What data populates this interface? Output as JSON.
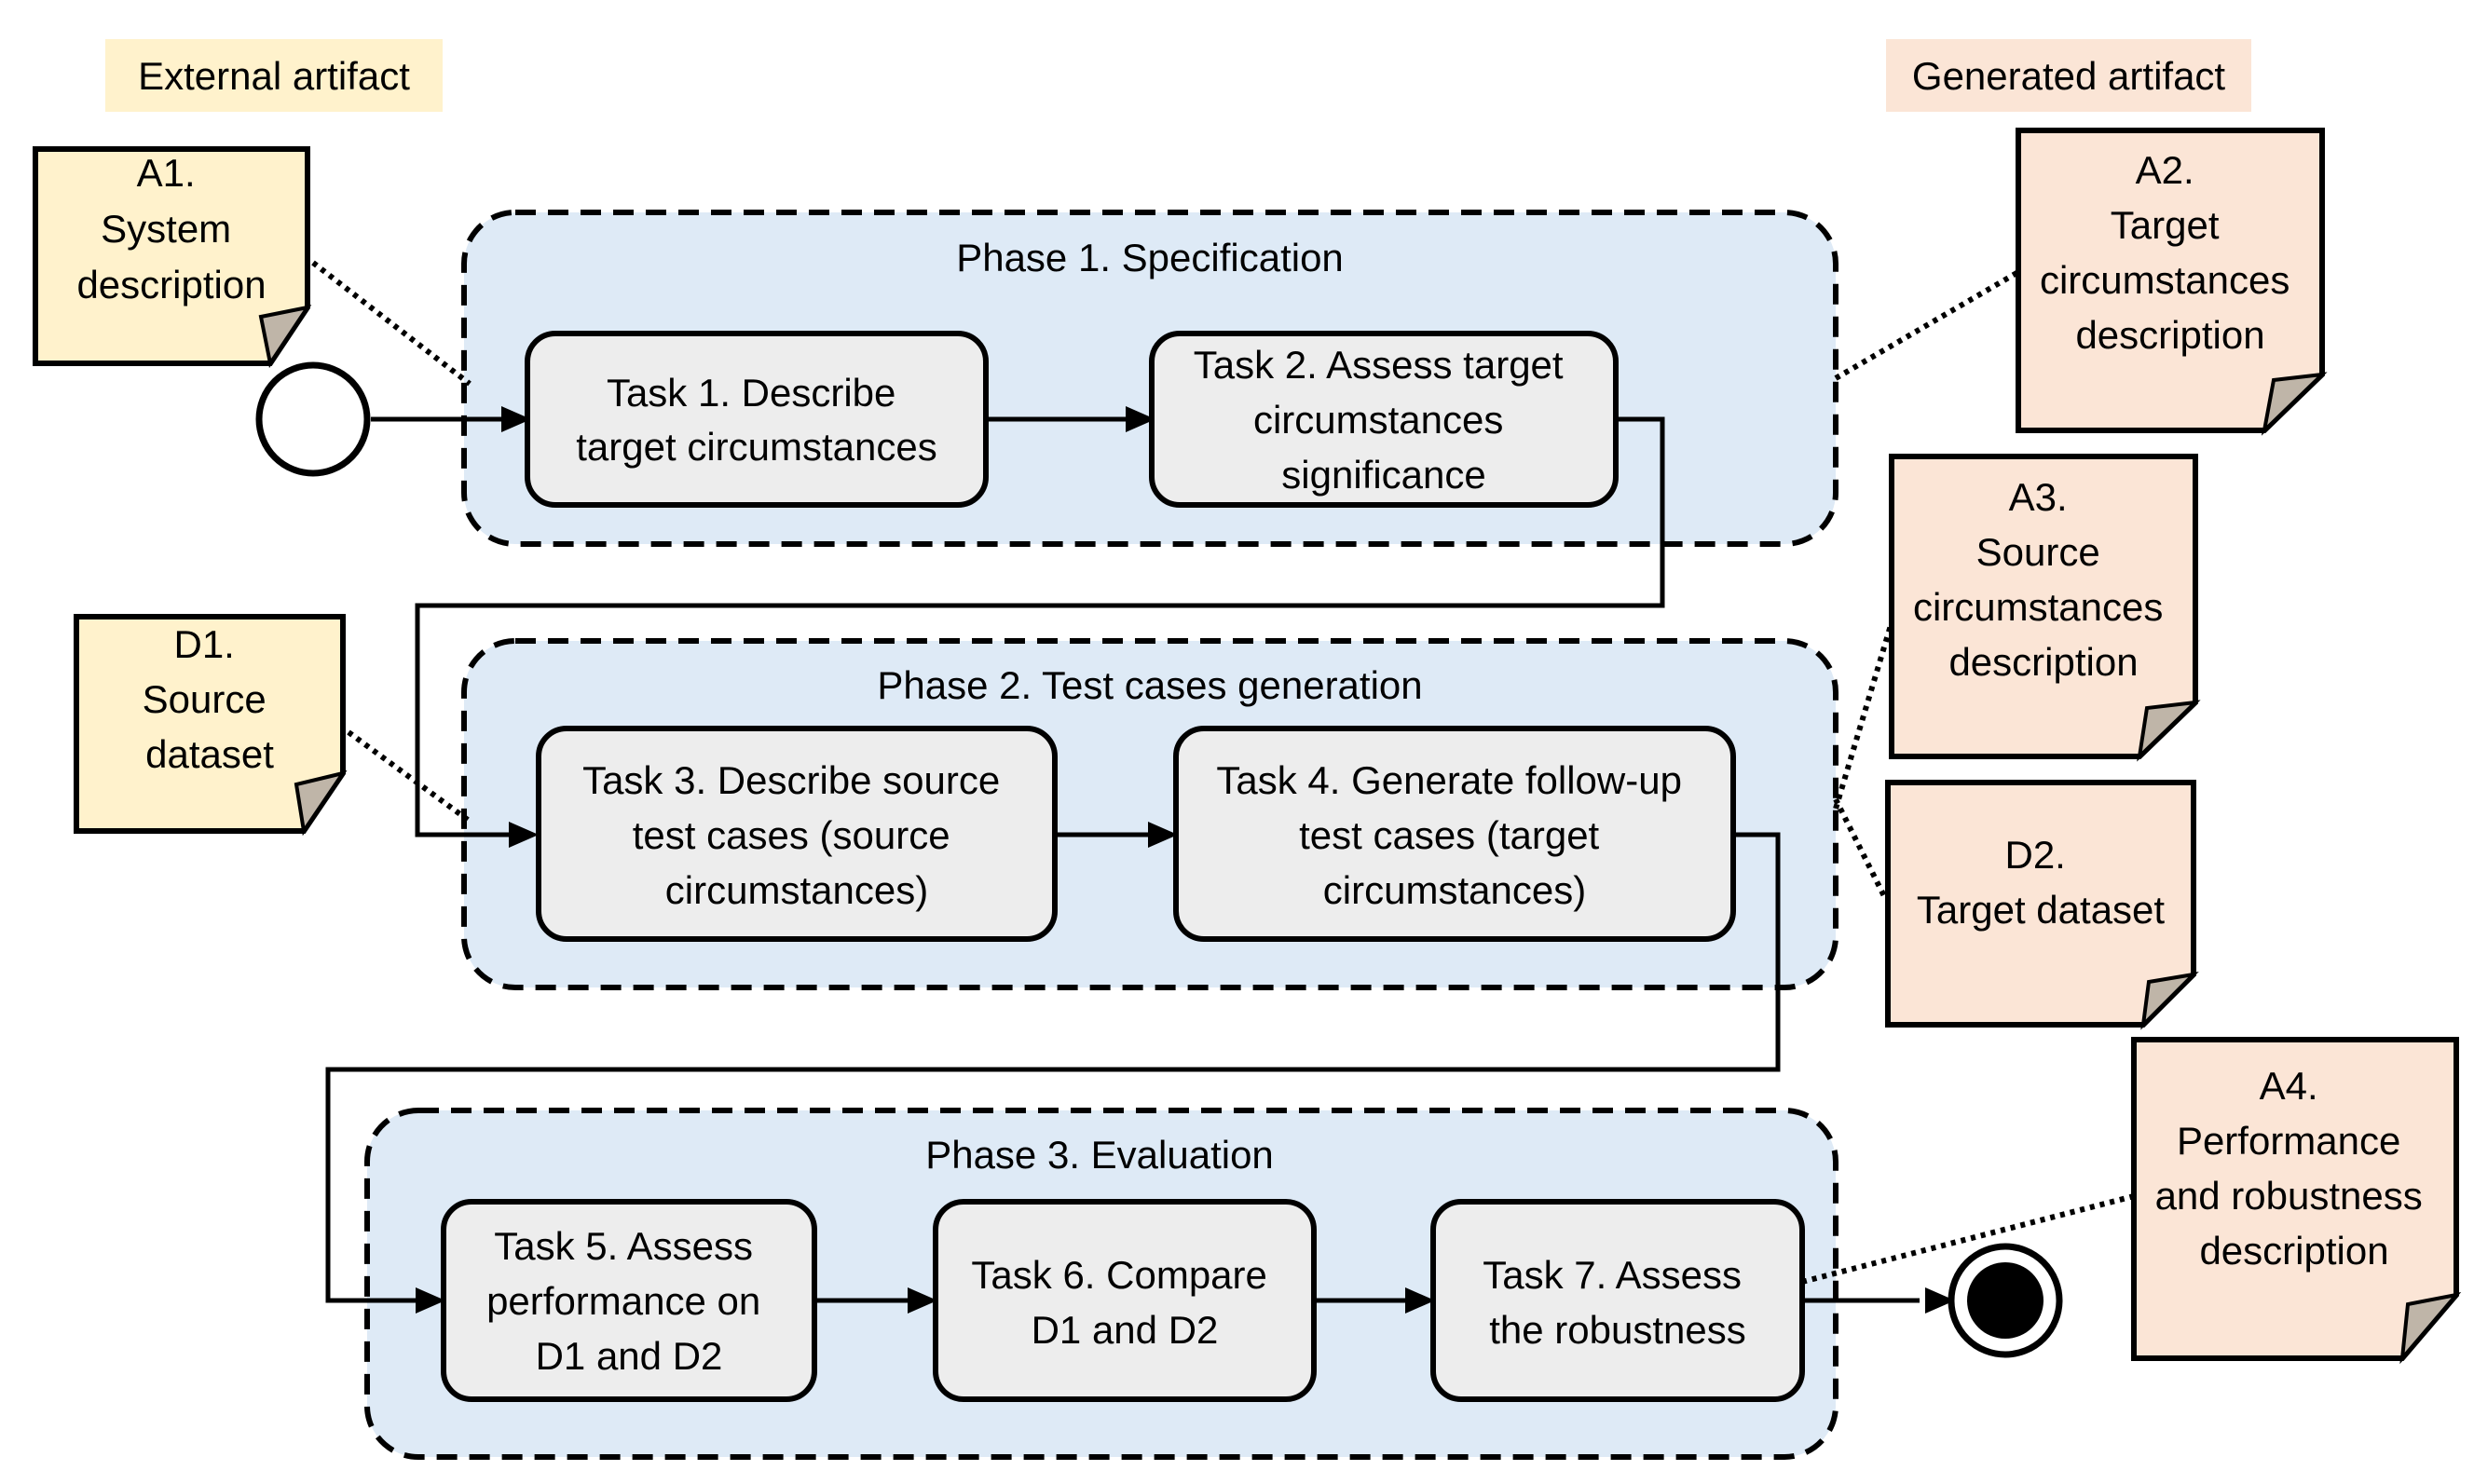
{
  "legend": {
    "external": "External artifact",
    "generated": "Generated artifact"
  },
  "phases": {
    "p1": "Phase 1. Specification",
    "p2": "Phase 2. Test cases generation",
    "p3": "Phase 3. Evaluation"
  },
  "tasks": {
    "t1": [
      "Task 1. Describe",
      "target circumstances"
    ],
    "t2": [
      "Task 2. Assess target",
      "circumstances",
      "significance"
    ],
    "t3": [
      "Task 3. Describe source",
      "test cases (source",
      "circumstances)"
    ],
    "t4": [
      "Task 4. Generate follow-up",
      "test cases (target",
      "circumstances)"
    ],
    "t5": [
      "Task 5. Assess",
      "performance on",
      "D1 and D2"
    ],
    "t6": [
      "Task 6. Compare",
      "D1 and D2"
    ],
    "t7": [
      "Task 7. Assess",
      "the robustness"
    ]
  },
  "artifacts": {
    "a1": [
      "A1.",
      "System",
      "description"
    ],
    "d1": [
      "D1.",
      "Source",
      "dataset"
    ],
    "a2": [
      "A2.",
      "Target",
      "circumstances",
      "description"
    ],
    "a3": [
      "A3.",
      "Source",
      "circumstances",
      "description"
    ],
    "d2": [
      "D2.",
      "Target dataset"
    ],
    "a4": [
      "A4.",
      "Performance",
      "and robustness",
      "description"
    ]
  },
  "colors": {
    "external_fill": "#FFF2CC",
    "generated_fill": "#FBE5D6",
    "phase_fill": "#DEEAF6",
    "task_fill": "#EDEDED",
    "fold_fill": "#BFB5A8",
    "stroke": "#000000"
  }
}
